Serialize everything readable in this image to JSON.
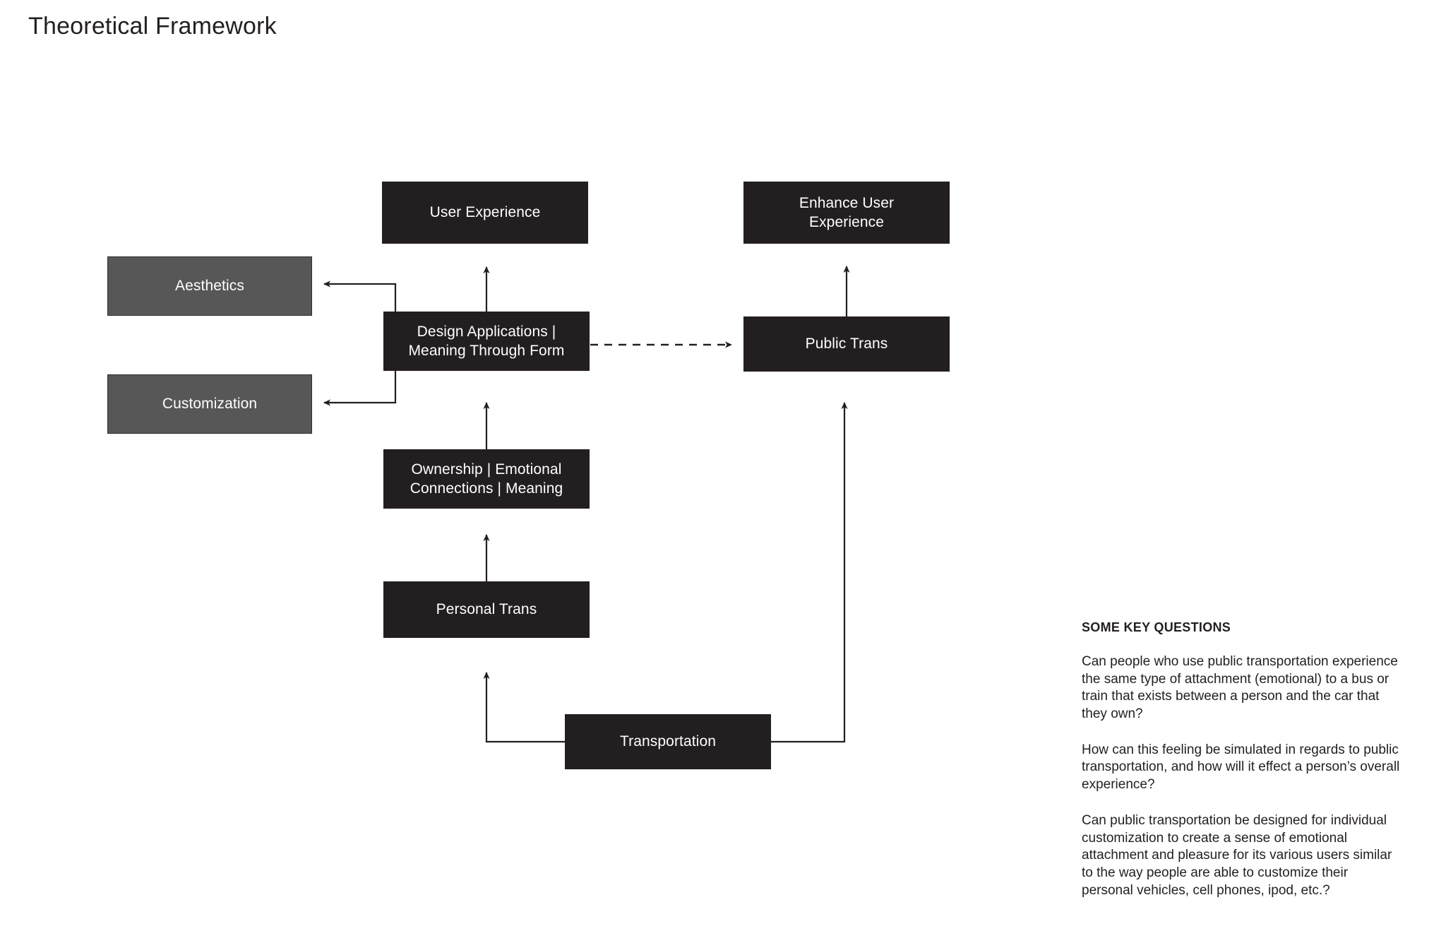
{
  "page_title": "Theoretical Framework",
  "colors": {
    "dark_box": "#231f20",
    "gray_box": "#575757",
    "background": "#ffffff",
    "connector": "#231f20",
    "box_text": "#ffffff"
  },
  "diagram": {
    "type": "flow-diagram",
    "nodes": [
      {
        "id": "user-experience",
        "label": "User Experience",
        "style": "dark"
      },
      {
        "id": "enhance-user-exp",
        "label": "Enhance User\nExperience",
        "style": "dark"
      },
      {
        "id": "aesthetics",
        "label": "Aesthetics",
        "style": "gray"
      },
      {
        "id": "customization",
        "label": "Customization",
        "style": "gray"
      },
      {
        "id": "design-applications",
        "label": "Design Applications |\nMeaning Through Form",
        "style": "dark"
      },
      {
        "id": "public-trans",
        "label": "Public Trans",
        "style": "dark"
      },
      {
        "id": "ownership",
        "label": "Ownership | Emotional\nConnections | Meaning",
        "style": "dark"
      },
      {
        "id": "personal-trans",
        "label": "Personal Trans",
        "style": "dark"
      },
      {
        "id": "transportation",
        "label": "Transportation",
        "style": "dark"
      }
    ],
    "edges": [
      {
        "from": "design-applications",
        "to": "user-experience",
        "style": "solid",
        "arrow": "up"
      },
      {
        "from": "design-applications",
        "to": "aesthetics",
        "style": "solid",
        "arrow": "left"
      },
      {
        "from": "design-applications",
        "to": "customization",
        "style": "solid",
        "arrow": "left"
      },
      {
        "from": "design-applications",
        "to": "public-trans",
        "style": "dashed",
        "arrow": "right"
      },
      {
        "from": "ownership",
        "to": "design-applications",
        "style": "solid",
        "arrow": "up"
      },
      {
        "from": "personal-trans",
        "to": "ownership",
        "style": "solid",
        "arrow": "up"
      },
      {
        "from": "transportation",
        "to": "personal-trans",
        "style": "solid",
        "arrow": "up"
      },
      {
        "from": "transportation",
        "to": "public-trans",
        "style": "solid",
        "arrow": "up"
      },
      {
        "from": "public-trans",
        "to": "enhance-user-exp",
        "style": "solid",
        "arrow": "up"
      }
    ]
  },
  "key_questions": {
    "heading": "SOME KEY QUESTIONS",
    "items": [
      "Can people who use public transportation experience the same type of attachment (emotional) to a bus or train that exists between a person and the car that they own?",
      "How can this feeling be simulated in regards to public transportation, and how will it effect a person’s overall experience?",
      "Can public transportation be designed for individual customization to create a sense of emotional attachment and pleasure for its various users similar to the way people are able to customize their personal vehicles, cell phones, ipod, etc.?"
    ]
  }
}
